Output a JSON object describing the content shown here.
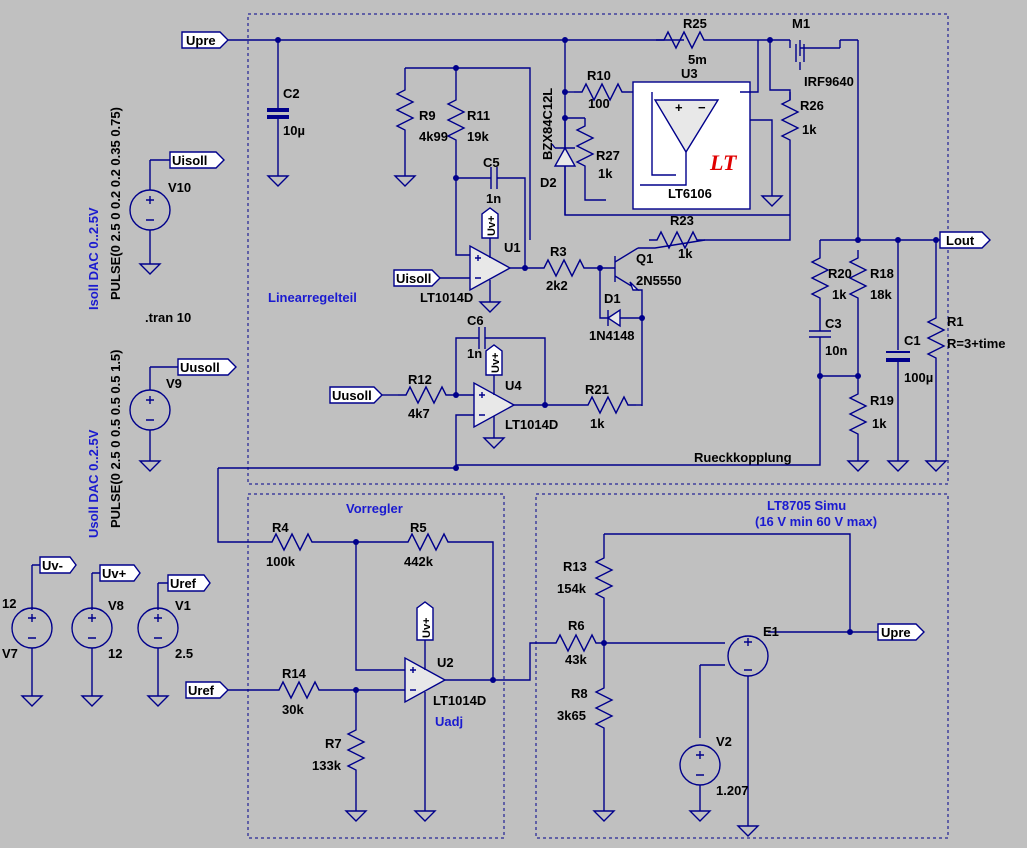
{
  "components": {
    "C2": {
      "ref": "C2",
      "value": "10µ"
    },
    "V10": {
      "ref": "V10"
    },
    "V9": {
      "ref": "V9"
    },
    "V7": {
      "ref": "V7",
      "value": "12"
    },
    "V8": {
      "ref": "V8",
      "value": "12"
    },
    "V1": {
      "ref": "V1",
      "value": "2.5"
    },
    "V2": {
      "ref": "V2",
      "value": "1.207"
    },
    "R9": {
      "ref": "R9",
      "value": "4k99"
    },
    "R11": {
      "ref": "R11",
      "value": "19k"
    },
    "C5": {
      "ref": "C5",
      "value": "1n"
    },
    "U1": {
      "ref": "U1",
      "value": "LT1014D"
    },
    "R3": {
      "ref": "R3",
      "value": "2k2"
    },
    "Q1": {
      "ref": "Q1",
      "value": "2N5550"
    },
    "D1": {
      "ref": "D1",
      "value": "1N4148"
    },
    "C6": {
      "ref": "C6",
      "value": "1n"
    },
    "R12": {
      "ref": "R12",
      "value": "4k7"
    },
    "U4": {
      "ref": "U4",
      "value": "LT1014D"
    },
    "R21": {
      "ref": "R21",
      "value": "1k"
    },
    "R25": {
      "ref": "R25",
      "value": "5m"
    },
    "M1": {
      "ref": "M1",
      "value": "IRF9640"
    },
    "R10": {
      "ref": "R10",
      "value": "100"
    },
    "U3": {
      "ref": "U3",
      "value": "LT6106"
    },
    "D2": {
      "ref": "D2",
      "value": "BZX84C12L"
    },
    "R27": {
      "ref": "R27",
      "value": "1k"
    },
    "R26": {
      "ref": "R26",
      "value": "1k"
    },
    "R23": {
      "ref": "R23",
      "value": "1k"
    },
    "R20": {
      "ref": "R20",
      "value": "1k"
    },
    "R18": {
      "ref": "R18",
      "value": "18k"
    },
    "C3": {
      "ref": "C3",
      "value": "10n"
    },
    "R19": {
      "ref": "R19",
      "value": "1k"
    },
    "C1": {
      "ref": "C1",
      "value": "100µ"
    },
    "R1": {
      "ref": "R1",
      "value": "R=3+time"
    },
    "R4": {
      "ref": "R4",
      "value": "100k"
    },
    "R5": {
      "ref": "R5",
      "value": "442k"
    },
    "U2": {
      "ref": "U2",
      "value": "LT1014D",
      "note": "Uadj"
    },
    "R14": {
      "ref": "R14",
      "value": "30k"
    },
    "R7": {
      "ref": "R7",
      "value": "133k"
    },
    "R13": {
      "ref": "R13",
      "value": "154k"
    },
    "R6": {
      "ref": "R6",
      "value": "43k"
    },
    "R8": {
      "ref": "R8",
      "value": "3k65"
    },
    "E1": {
      "ref": "E1"
    }
  },
  "nets": {
    "upre": "Upre",
    "usoll": "Uusoll",
    "isoll": "Uisoll",
    "lout": "Lout",
    "uvp": "Uv+",
    "uvm": "Uv-",
    "uref": "Uref"
  },
  "text": {
    "isoll_dac": "Isoll DAC 0..2.5V",
    "isoll_pulse": "PULSE(0 2.5 0 0.2 0.2 0.35 0.75)",
    "usoll_dac": "Usoll DAC 0..2.5V",
    "usoll_pulse": "PULSE(0 2.5 0 0.5 0.5 0.5 1.5)",
    "tran": ".tran 10",
    "linear": "Linearregelteil",
    "rueck": "Rueckkopplung",
    "vorregler": "Vorregler",
    "lt8705_title": "LT8705 Simu",
    "lt8705_range": "(16 V min 60 V max)"
  },
  "colors": {
    "wire": "#00008b",
    "background": "#c0c0c0",
    "note_text": "#1a1ad0",
    "lt_logo": "#e00000"
  }
}
